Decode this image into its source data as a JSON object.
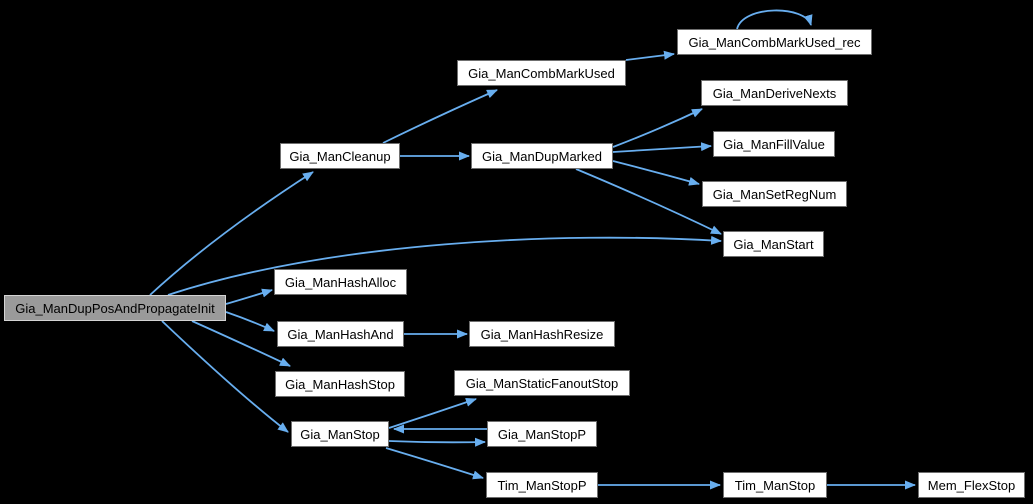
{
  "diagram": {
    "type": "call-graph",
    "colors": {
      "background": "#000000",
      "edge": "#68AEEF",
      "node_fill": "#ffffff",
      "node_border": "#6f6f6f",
      "current_node_fill": "#9a9a9a",
      "current_node_border": "#d4d4d4",
      "text": "#000000"
    },
    "nodes": [
      {
        "id": "main",
        "label": "Gia_ManDupPosAndPropagateInit",
        "current": true
      },
      {
        "id": "cleanup",
        "label": "Gia_ManCleanup"
      },
      {
        "id": "combmarkused",
        "label": "Gia_ManCombMarkUsed"
      },
      {
        "id": "combmarkused_rec",
        "label": "Gia_ManCombMarkUsed_rec"
      },
      {
        "id": "dupmarked",
        "label": "Gia_ManDupMarked"
      },
      {
        "id": "derivenexts",
        "label": "Gia_ManDeriveNexts"
      },
      {
        "id": "fillvalue",
        "label": "Gia_ManFillValue"
      },
      {
        "id": "setregnum",
        "label": "Gia_ManSetRegNum"
      },
      {
        "id": "start",
        "label": "Gia_ManStart"
      },
      {
        "id": "hashalloc",
        "label": "Gia_ManHashAlloc"
      },
      {
        "id": "hashand",
        "label": "Gia_ManHashAnd"
      },
      {
        "id": "hashresize",
        "label": "Gia_ManHashResize"
      },
      {
        "id": "hashstop",
        "label": "Gia_ManHashStop"
      },
      {
        "id": "stop",
        "label": "Gia_ManStop"
      },
      {
        "id": "staticfanoutstop",
        "label": "Gia_ManStaticFanoutStop"
      },
      {
        "id": "stopp",
        "label": "Gia_ManStopP"
      },
      {
        "id": "timstopp",
        "label": "Tim_ManStopP"
      },
      {
        "id": "timstop",
        "label": "Tim_ManStop"
      },
      {
        "id": "memflexstop",
        "label": "Mem_FlexStop"
      }
    ],
    "edges": [
      {
        "from": "main",
        "to": "cleanup"
      },
      {
        "from": "main",
        "to": "start"
      },
      {
        "from": "main",
        "to": "hashalloc"
      },
      {
        "from": "main",
        "to": "hashand"
      },
      {
        "from": "main",
        "to": "hashstop"
      },
      {
        "from": "main",
        "to": "stop"
      },
      {
        "from": "cleanup",
        "to": "combmarkused"
      },
      {
        "from": "cleanup",
        "to": "dupmarked"
      },
      {
        "from": "combmarkused",
        "to": "combmarkused_rec"
      },
      {
        "from": "combmarkused_rec",
        "to": "combmarkused_rec"
      },
      {
        "from": "dupmarked",
        "to": "derivenexts"
      },
      {
        "from": "dupmarked",
        "to": "fillvalue"
      },
      {
        "from": "dupmarked",
        "to": "setregnum"
      },
      {
        "from": "dupmarked",
        "to": "start"
      },
      {
        "from": "hashand",
        "to": "hashresize"
      },
      {
        "from": "stop",
        "to": "staticfanoutstop"
      },
      {
        "from": "stopp",
        "to": "stop"
      },
      {
        "from": "stop",
        "to": "stopp"
      },
      {
        "from": "stop",
        "to": "timstopp"
      },
      {
        "from": "timstopp",
        "to": "timstop"
      },
      {
        "from": "timstop",
        "to": "memflexstop"
      }
    ]
  }
}
